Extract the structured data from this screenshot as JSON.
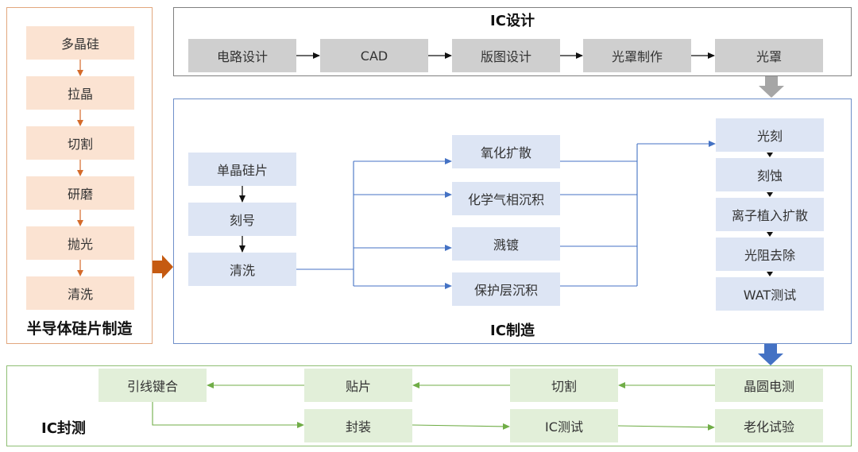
{
  "wafer": {
    "title": "半导体硅片制造",
    "steps": [
      "多晶硅",
      "拉晶",
      "切割",
      "研磨",
      "抛光",
      "清洗"
    ]
  },
  "design": {
    "title": "IC设计",
    "steps": [
      "电路设计",
      "CAD",
      "版图设计",
      "光罩制作",
      "光罩"
    ]
  },
  "manufacturing": {
    "title": "IC制造",
    "prep_steps": [
      "单晶硅片",
      "刻号",
      "清洗"
    ],
    "process_steps": [
      "氧化扩散",
      "化学气相沉积",
      "溅镀",
      "保护层沉积"
    ],
    "litho_steps": [
      "光刻",
      "刻蚀",
      "离子植入扩散",
      "光阻去除",
      "WAT测试"
    ]
  },
  "packaging": {
    "title": "IC封测",
    "top_row": [
      "引线键合",
      "贴片",
      "切割",
      "晶圆电测"
    ],
    "bottom_row": [
      "封装",
      "IC测试",
      "老化试验"
    ]
  },
  "colors": {
    "wafer_accent": "#d46a2a",
    "design_border": "#808080",
    "manufacturing_accent": "#4472c4",
    "packaging_accent": "#70ad47"
  }
}
